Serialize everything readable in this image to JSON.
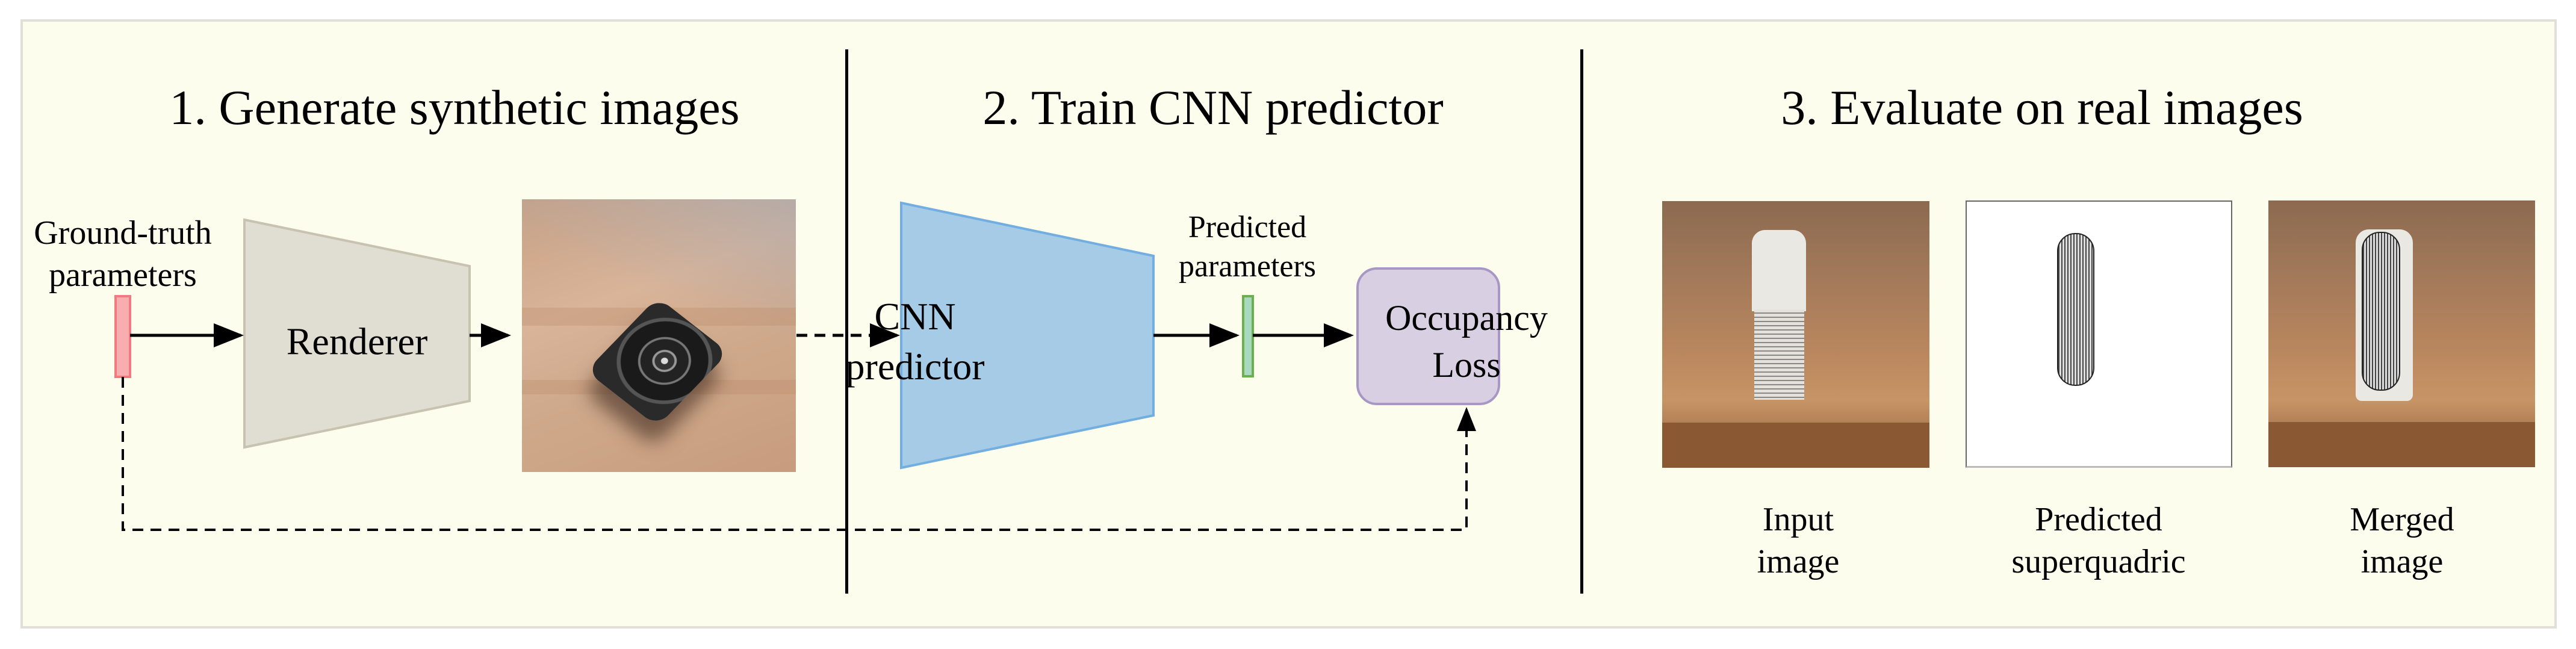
{
  "sections": [
    {
      "title": "1. Generate synthetic images"
    },
    {
      "title": "2. Train CNN predictor"
    },
    {
      "title": "3. Evaluate on real images"
    }
  ],
  "stage1": {
    "gt_params_label_line1": "Ground-truth",
    "gt_params_label_line2": "parameters",
    "renderer_label": "Renderer",
    "synthetic_image_desc": "rendered superquadric on wooden surface"
  },
  "stage2": {
    "cnn_label_line1": "CNN",
    "cnn_label_line2": "predictor",
    "pred_params_label_line1": "Predicted",
    "pred_params_label_line2": "parameters",
    "loss_label_line1": "Occupancy",
    "loss_label_line2": "Loss"
  },
  "stage3": {
    "images": [
      {
        "caption_line1": "Input",
        "caption_line2": "image"
      },
      {
        "caption_line1": "Predicted",
        "caption_line2": "superquadric"
      },
      {
        "caption_line1": "Merged",
        "caption_line2": "image"
      }
    ]
  },
  "colors": {
    "panel_bg": "#fdfdee",
    "gt_params_fill": "#f8adb0",
    "gt_params_stroke": "#f07a80",
    "renderer_fill": "#e0ded2",
    "renderer_stroke": "#c8c2b0",
    "cnn_fill": "#a6cbe7",
    "cnn_stroke": "#72aee0",
    "pred_params_fill": "#a8d8c0",
    "pred_params_stroke": "#6ab04c",
    "loss_fill": "#d8cfe2",
    "loss_stroke": "#a896c4"
  }
}
